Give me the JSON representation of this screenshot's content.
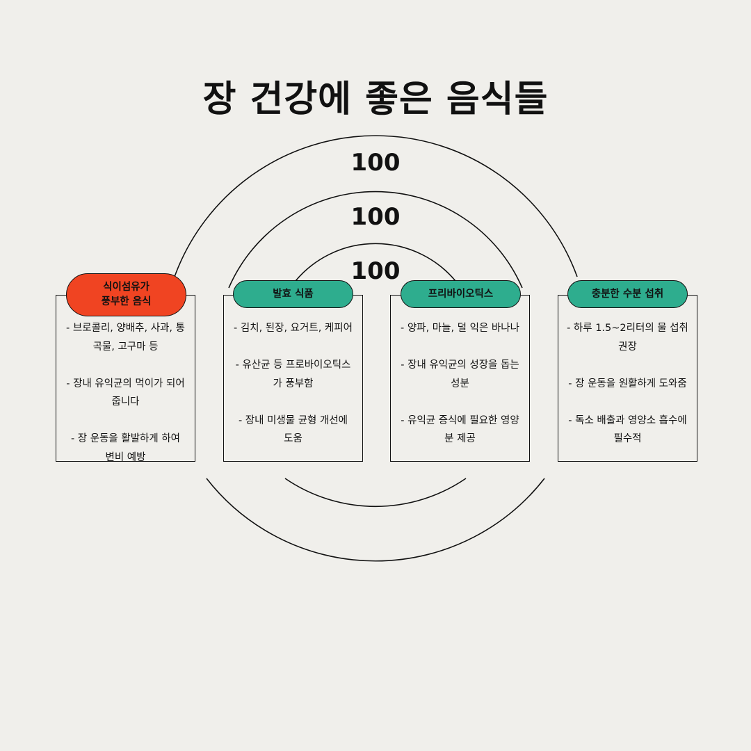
{
  "title": "장 건강에 좋은 음식들",
  "rings": [
    {
      "label": "100"
    },
    {
      "label": "100"
    },
    {
      "label": "100"
    }
  ],
  "colors": {
    "background": "#f0efeb",
    "accent_red": "#f04422",
    "accent_green": "#2ead8e",
    "line": "#111111"
  },
  "cards": [
    {
      "heading_lines": [
        "식이섬유가",
        "풍부한 음식"
      ],
      "color": "#f04422",
      "items": [
        [
          "- 브로콜리, 양배추, 사과, 통",
          "곡물, 고구마 등"
        ],
        [
          "- 장내 유익균의 먹이가 되어",
          "줍니다"
        ],
        [
          "- 장 운동을 활발하게 하여",
          "변비 예방"
        ]
      ]
    },
    {
      "heading_lines": [
        "발효 식품"
      ],
      "color": "#2ead8e",
      "items": [
        [
          "- 김치, 된장, 요거트, 케피어"
        ],
        [
          "- 유산균 등 프로바이오틱스",
          "가 풍부함"
        ],
        [
          "- 장내 미생물 균형 개선에",
          "도움"
        ]
      ]
    },
    {
      "heading_lines": [
        "프리바이오틱스"
      ],
      "color": "#2ead8e",
      "items": [
        [
          "- 양파, 마늘, 덜 익은 바나나"
        ],
        [
          "- 장내 유익균의 성장을 돕는",
          "성분"
        ],
        [
          "- 유익균 증식에 필요한 영양",
          "분 제공"
        ]
      ]
    },
    {
      "heading_lines": [
        "충분한 수분 섭취"
      ],
      "color": "#2ead8e",
      "items": [
        [
          "- 하루 1.5~2리터의 물 섭취",
          "권장"
        ],
        [
          "- 장 운동을 원활하게 도와줌"
        ],
        [
          "- 독소 배출과 영양소 흡수에",
          "필수적"
        ]
      ]
    }
  ]
}
